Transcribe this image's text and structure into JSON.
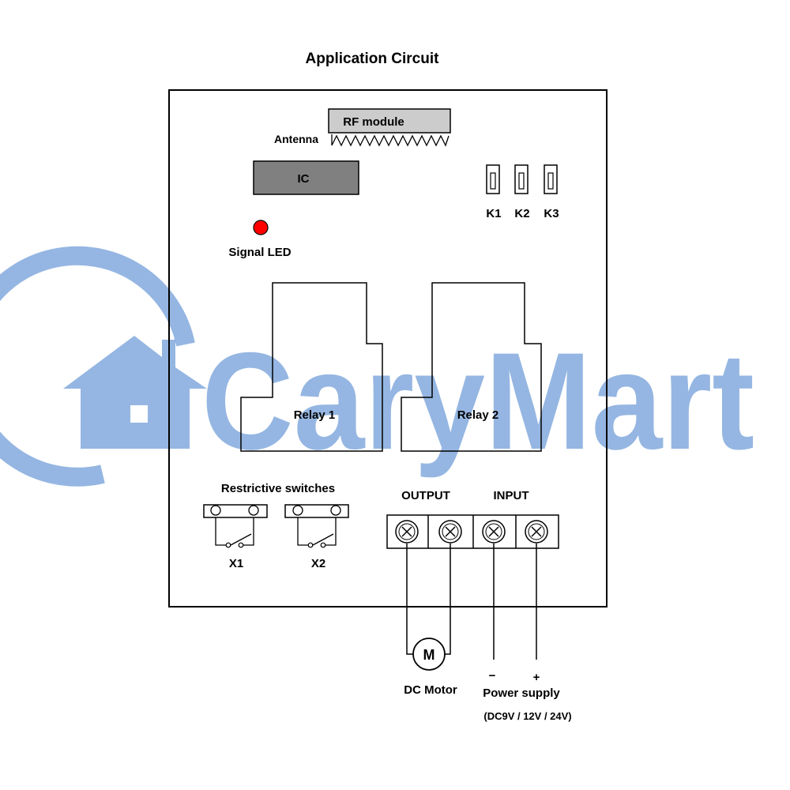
{
  "title": "Application Circuit",
  "rf_module": "RF module",
  "antenna": "Antenna",
  "ic": "IC",
  "signal_led": "Signal LED",
  "jumpers": [
    "K1",
    "K2",
    "K3"
  ],
  "relays": [
    "Relay 1",
    "Relay 2"
  ],
  "restrictive_switches": "Restrictive switches",
  "switches": [
    "X1",
    "X2"
  ],
  "output": "OUTPUT",
  "input": "INPUT",
  "motor_symbol": "M",
  "dc_motor": "DC Motor",
  "minus": "−",
  "plus": "+",
  "power_supply": "Power supply",
  "power_spec": "(DC9V / 12V / 24V)",
  "watermark": "CaryMart",
  "colors": {
    "led": "#ff0000",
    "watermark": "#4f86cf",
    "chip": "#808080",
    "rf_module": "#cccccc"
  }
}
